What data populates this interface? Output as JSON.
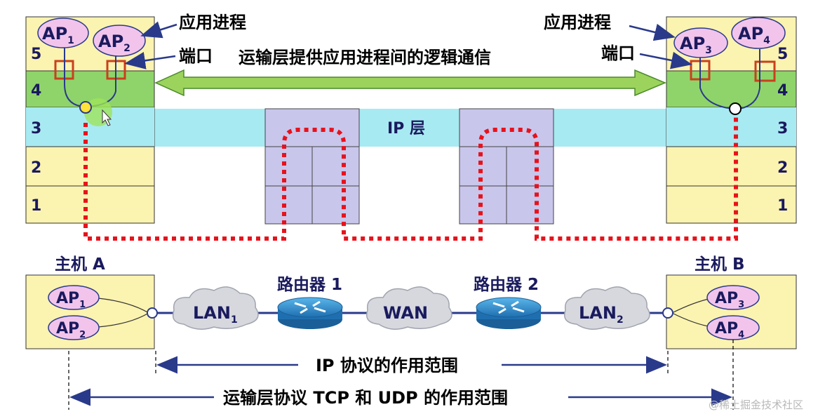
{
  "colors": {
    "host_fill": "#fbf3b0",
    "transport_band": "#8fd46a",
    "ip_band": "#a8eaf2",
    "router_stack": "#c9c6ec",
    "dotted_path": "#e8121b",
    "port_box": "#c9401e",
    "process_oval": "#f2c4ec",
    "arrow_green": "#9bd35c",
    "dark_text": "#1a1a5e",
    "line_blue": "#2a3a8a"
  },
  "top": {
    "left_process_label": "应用进程",
    "right_process_label": "应用进程",
    "left_port_label": "端口",
    "right_port_label": "端口",
    "logical_comm_label": "运输层提供应用进程间的逻辑通信",
    "ip_layer_label": "IP 层",
    "layers": [
      "5",
      "4",
      "3",
      "2",
      "1"
    ],
    "left_aps": [
      {
        "base": "AP",
        "sub": "1"
      },
      {
        "base": "AP",
        "sub": "2"
      }
    ],
    "right_aps": [
      {
        "base": "AP",
        "sub": "3"
      },
      {
        "base": "AP",
        "sub": "4"
      }
    ]
  },
  "bottom": {
    "host_a_label": "主机 A",
    "host_b_label": "主机 B",
    "router1_label": "路由器 1",
    "router2_label": "路由器 2",
    "host_a_aps": [
      {
        "base": "AP",
        "sub": "1"
      },
      {
        "base": "AP",
        "sub": "2"
      }
    ],
    "host_b_aps": [
      {
        "base": "AP",
        "sub": "3"
      },
      {
        "base": "AP",
        "sub": "4"
      }
    ],
    "clouds": [
      {
        "base": "LAN",
        "sub": "1"
      },
      {
        "base": "WAN",
        "sub": ""
      },
      {
        "base": "LAN",
        "sub": "2"
      }
    ],
    "ip_scope_label": "IP 协议的作用范围",
    "transport_scope_label": "运输层协议 TCP 和 UDP 的作用范围"
  },
  "watermark": "@稀土掘金技术社区"
}
